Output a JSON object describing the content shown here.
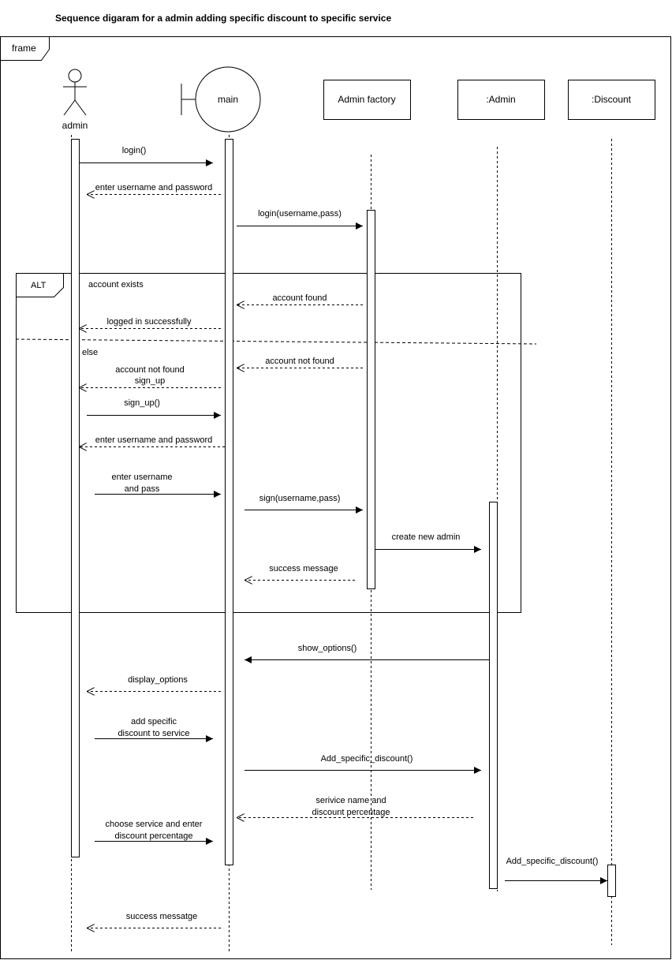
{
  "title": "Sequence digaram for a admin adding specific discount to specific service",
  "frame_label": "frame",
  "participants": {
    "admin": "admin",
    "main": "main",
    "admin_factory": "Admin factory",
    "admin_obj": ":Admin",
    "discount": ":Discount"
  },
  "alt": {
    "label": "ALT",
    "guard": "account exists",
    "else": "else"
  },
  "messages": {
    "m1": "login()",
    "m2": "enter  username and password",
    "m3": "login(username,pass)",
    "m4": "account found",
    "m5": "logged in successfully",
    "m6": "account not found",
    "m7a": "account not found",
    "m7b": "sign_up",
    "m8": "sign_up()",
    "m9": "enter  username and password",
    "m10a": "enter username",
    "m10b": "and pass",
    "m11": "sign(username,pass)",
    "m12": "create new admin",
    "m13": "success message",
    "m14": "show_options()",
    "m15": "display_options",
    "m16a": "add specific",
    "m16b": "discount to service",
    "m17": "Add_specific_discount()",
    "m18a": "serivice name and",
    "m18b": "discount percentage",
    "m19a": "choose service and enter",
    "m19b": "discount percentage",
    "m20": "Add_specific_discount()",
    "m21": "success messatge"
  }
}
